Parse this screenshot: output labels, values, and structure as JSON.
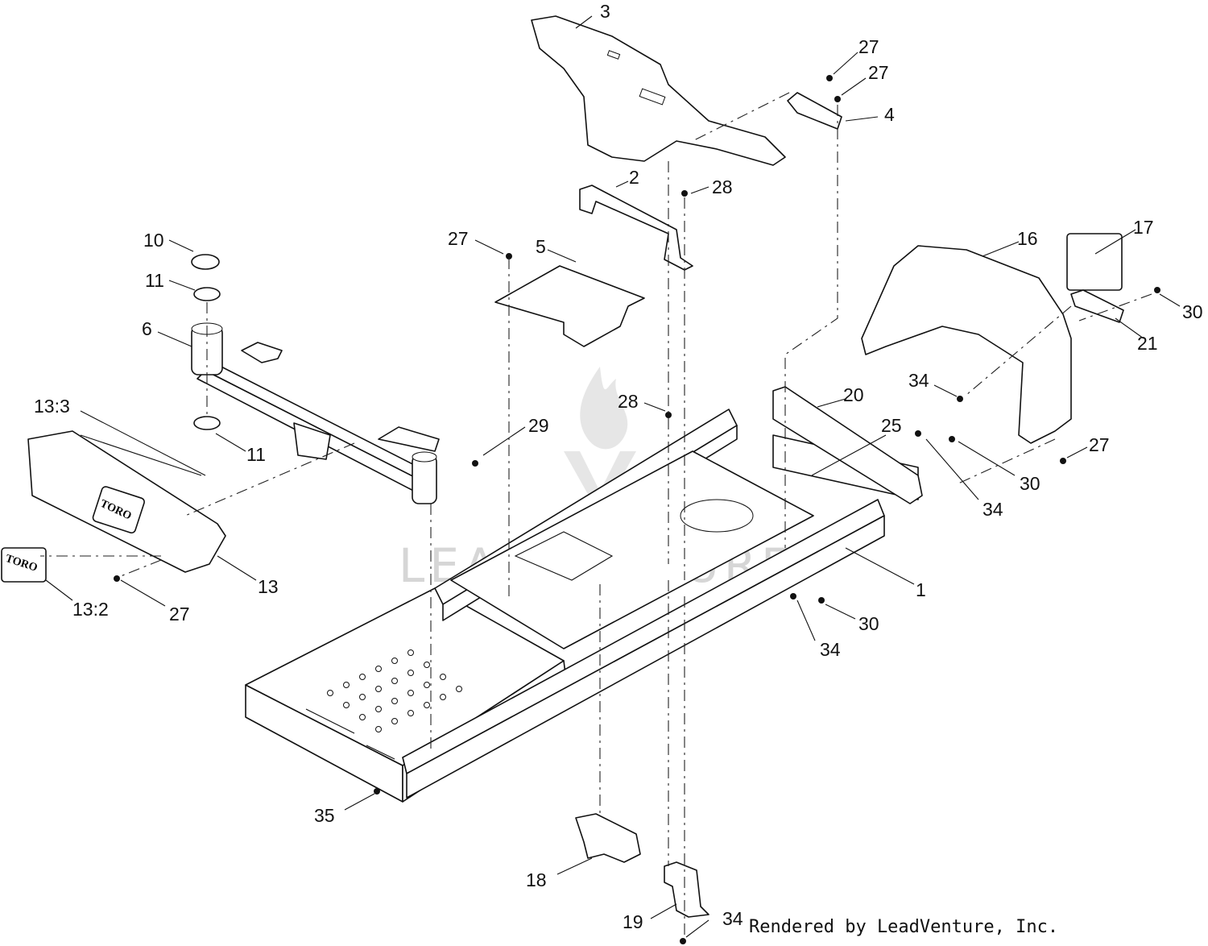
{
  "watermark": {
    "text": "LEADVENTURE",
    "icon": "flame-logo-icon"
  },
  "credit": "Rendered by LeadVenture, Inc.",
  "decals": {
    "brand": "TORO"
  },
  "callouts": {
    "c3": "3",
    "c27a": "27",
    "c27b": "27",
    "c4": "4",
    "c2": "2",
    "c28a": "28",
    "c27c": "27",
    "c5": "5",
    "c10": "10",
    "c11a": "11",
    "c6": "6",
    "c11b": "11",
    "c13_3": "13:3",
    "c29": "29",
    "c28b": "28",
    "c13": "13",
    "c13_2": "13:2",
    "c27d": "27",
    "c16": "16",
    "c17": "17",
    "c30a": "30",
    "c21": "21",
    "c34a": "34",
    "c20": "20",
    "c25": "25",
    "c27e": "27",
    "c30b": "30",
    "c34b": "34",
    "c1": "1",
    "c30c": "30",
    "c34c": "34",
    "c35": "35",
    "c18": "18",
    "c19": "19",
    "c34d": "34"
  }
}
